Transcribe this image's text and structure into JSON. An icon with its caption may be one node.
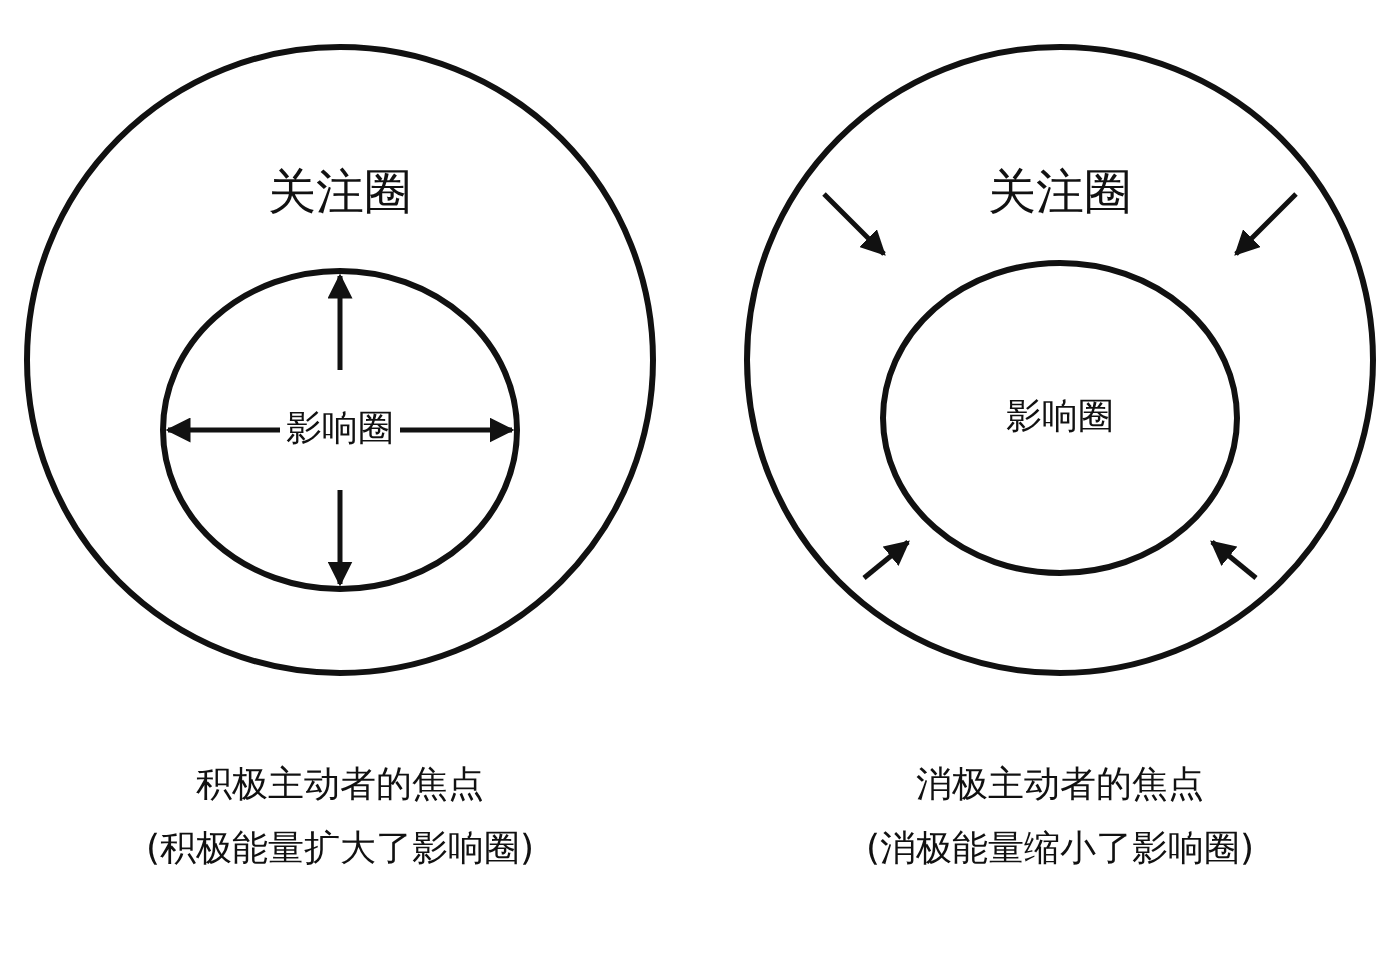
{
  "diagram": {
    "nodes": [
      {
        "text": [
          "关注圈"
        ],
        "beside": [
          "积极主动者的焦点",
          "(积极能量扩大了影响圈)"
        ]
      },
      {
        "text": [
          "影响圈"
        ],
        "in": 0
      },
      {
        "text": [
          "关注圈"
        ],
        "beside": [
          "消极主动者的焦点",
          "(消极能量缩小了影响圈)"
        ]
      },
      {
        "text": [
          "影响圈"
        ],
        "in": 2
      }
    ]
  }
}
